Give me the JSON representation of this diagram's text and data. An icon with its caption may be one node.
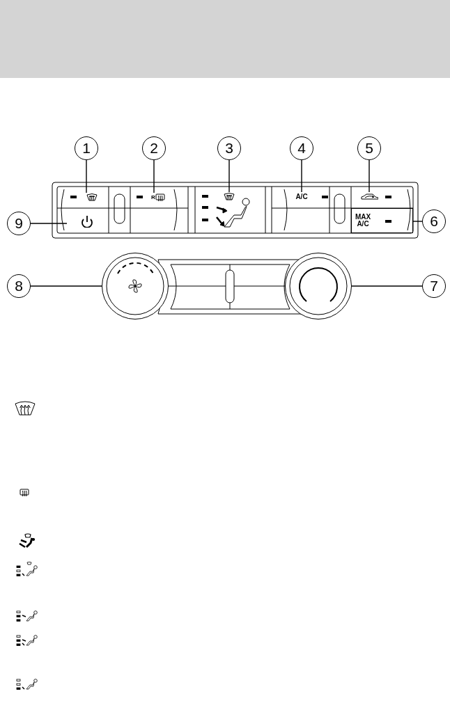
{
  "diagram": {
    "nodes": [
      {
        "text": [
          "1"
        ]
      },
      {
        "text": [
          "2"
        ]
      },
      {
        "text": [
          "3"
        ]
      },
      {
        "text": [
          "4"
        ]
      },
      {
        "text": [
          "5"
        ]
      },
      {
        "text": [
          "6"
        ]
      },
      {
        "text": [
          "7"
        ]
      },
      {
        "text": [
          "8"
        ]
      },
      {
        "text": [
          "9"
        ]
      },
      {
        "text": [],
        "shape": "picture"
      },
      {
        "text": [
          "R"
        ]
      },
      {
        "text": [],
        "shape": "picture"
      },
      {
        "text": [
          "A/C"
        ]
      },
      {
        "text": [],
        "shape": "picture"
      },
      {
        "text": [
          "MAX A/C"
        ]
      },
      {
        "text": [],
        "shape": "circle"
      },
      {
        "text": [],
        "shape": "circle"
      },
      {
        "text": [],
        "shape": "box"
      }
    ],
    "edges": [
      {
        "from": 0,
        "to": 9,
        "arrow": "none"
      },
      {
        "from": 1,
        "to": 10,
        "arrow": "none"
      },
      {
        "from": 2,
        "to": 11,
        "arrow": "none"
      },
      {
        "from": 3,
        "to": 12,
        "arrow": "none"
      },
      {
        "from": 4,
        "to": 13,
        "arrow": "none"
      },
      {
        "from": 5,
        "to": 14,
        "arrow": "none"
      },
      {
        "from": 6,
        "to": 16,
        "arrow": "none"
      },
      {
        "from": 7,
        "to": 15,
        "arrow": "none"
      },
      {
        "from": 8,
        "to": 17,
        "arrow": "none"
      }
    ]
  }
}
